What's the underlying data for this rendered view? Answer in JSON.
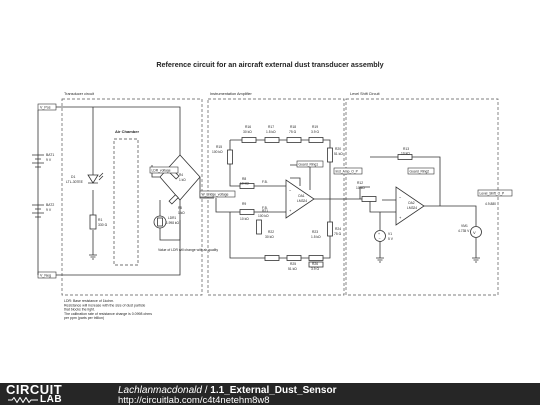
{
  "diagram": {
    "title": "Reference circuit for an aircraft external dust transducer assembly",
    "sections": {
      "transducer": "Transducer circuit",
      "instrumentation": "Instrumentation Amplifier",
      "level_shift": "Level Shift Circuit",
      "air_chamber": "Air Chamber"
    },
    "net_labels": {
      "v_pos": "V_Pos",
      "v_neg": "V_Neg",
      "ldr_voltage": "LDR_voltage",
      "w_bridge_voltage": "W_Bridge_voltage",
      "guard_ring1": "Guard_Ring1",
      "guard_ring2": "Guard_Ring2",
      "inst_amp_o_p": "Inst_Amp_O_P",
      "level_shift_o_p": "Level_Shift_O_P"
    },
    "components": {
      "bat1": {
        "name": "BAT1",
        "value": "9 V"
      },
      "bat2": {
        "name": "BAT2",
        "value": "9 V"
      },
      "d1": {
        "name": "D1",
        "value": "LTL-307EE"
      },
      "r1": {
        "name": "R1",
        "value": "330 Ω"
      },
      "r4": {
        "name": "R4",
        "value": "1 kΩ"
      },
      "r5": {
        "name": "R5",
        "value": "1 kΩ"
      },
      "ldr1": {
        "name": "LDR1",
        "value": "1.998 kΩ"
      },
      "r15": {
        "name": "R15",
        "value": "100 kΩ"
      },
      "r16": {
        "name": "R16",
        "value": "30 kΩ"
      },
      "r17": {
        "name": "R17",
        "value": "1.5 kΩ"
      },
      "r18": {
        "name": "R18",
        "value": "75 Ω"
      },
      "r19": {
        "name": "R19",
        "value": "3.9 Ω"
      },
      "r20": {
        "name": "R20",
        "value": "51 kΩ"
      },
      "r8": {
        "name": "R8",
        "value": "10 kΩ"
      },
      "r9": {
        "name": "R9",
        "value": "10 kΩ"
      },
      "r21": {
        "name": "R21",
        "value": "100 kΩ"
      },
      "r22": {
        "name": "R22",
        "value": "30 kΩ"
      },
      "r23": {
        "name": "R23",
        "value": "1.5 kΩ"
      },
      "r24": {
        "name": "R24",
        "value": "75 Ω"
      },
      "r25": {
        "name": "R25",
        "value": "51 kΩ"
      },
      "r26": {
        "name": "R26",
        "value": "3.9 Ω"
      },
      "oa1": {
        "name": "OA1",
        "value": "LM324"
      },
      "oa2": {
        "name": "OA2",
        "value": "LM324"
      },
      "r12": {
        "name": "R12",
        "value": "10 kΩ"
      },
      "r13": {
        "name": "R13",
        "value": "10 kΩ"
      },
      "v1": {
        "name": "V1",
        "value": "5 V"
      },
      "vm1": {
        "name": "VM1",
        "value": "4.735 V"
      },
      "f_b1": "F.B.",
      "f_b2": "F.B.",
      "vmeter_reading": "4.9.880"
    },
    "notes": {
      "ldr_value": "Value of LDR will change with air quality",
      "ldr_resistance": "LDR: Base resistance of 1kohm.\nResistance will increase with the size of dust particle\nthat blocks the light.\nThe calibration rate of resistance change is 0.0998 ohms\nper ppm (parts per trillion)"
    }
  },
  "footer": {
    "logo_top": "CIRCUIT",
    "logo_bottom": "LAB",
    "author": "Lachlanmacdonald",
    "separator": " / ",
    "title": "1.1_External_Dust_Sensor",
    "url": "http://circuitlab.com/c4t4netehm8w8"
  }
}
